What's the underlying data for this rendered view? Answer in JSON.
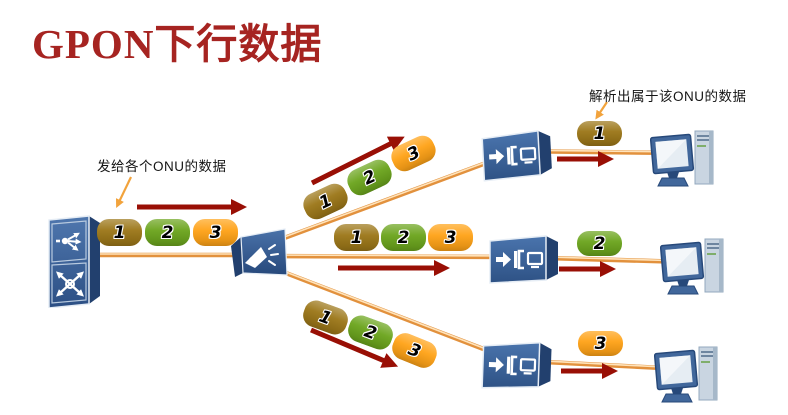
{
  "title": "GPON下行数据",
  "annotations": {
    "source": "发给各个ONU的数据",
    "onu": "解析出属于该ONU的数据"
  },
  "packet_types": {
    "1": {
      "label": "1",
      "color": "#9C7719"
    },
    "2": {
      "label": "2",
      "color": "#6CA51E"
    },
    "3": {
      "label": "3",
      "color": "#FFA318"
    }
  },
  "flows": {
    "trunk_sequence": [
      "1",
      "2",
      "3"
    ],
    "branches": [
      {
        "sequence": [
          "1",
          "2",
          "3"
        ],
        "delivered": "1"
      },
      {
        "sequence": [
          "1",
          "2",
          "3"
        ],
        "delivered": "2"
      },
      {
        "sequence": [
          "1",
          "2",
          "3"
        ],
        "delivered": "3"
      }
    ]
  },
  "colors": {
    "title": "#A62421",
    "arrow": "#990F05",
    "fiber": "#E2913D",
    "fiber-core": "#FFE3BA",
    "label-arrow": "#F2A33C",
    "packet-1": "#9C7719",
    "packet-2": "#6CA51E",
    "packet-3": "#FFA318",
    "device-blue": "#3E6396",
    "device-blue-dark": "#22406E",
    "device-blue-light": "#A9BDD6"
  }
}
